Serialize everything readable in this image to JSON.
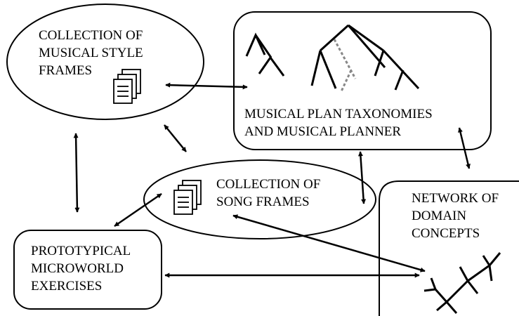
{
  "nodes": {
    "style_frames": {
      "lines": [
        "COLLECTION OF",
        "MUSICAL STYLE",
        "FRAMES"
      ],
      "icon": "document-stack-icon"
    },
    "plan_taxonomies": {
      "lines": [
        "MUSICAL PLAN TAXONOMIES",
        "AND MUSICAL PLANNER"
      ],
      "icon": "tree-hierarchy-icon"
    },
    "song_frames": {
      "lines": [
        "COLLECTION OF",
        "SONG FRAMES"
      ],
      "icon": "document-stack-icon"
    },
    "domain_concepts": {
      "lines": [
        "NETWORK OF",
        "DOMAIN",
        "CONCEPTS"
      ],
      "icon": "concept-network-icon"
    },
    "exercises": {
      "lines": [
        "PROTOTYPICAL",
        "MICROWORLD",
        "EXERCISES"
      ]
    }
  },
  "connections": [
    [
      "style_frames",
      "plan_taxonomies"
    ],
    [
      "style_frames",
      "song_frames"
    ],
    [
      "style_frames",
      "exercises"
    ],
    [
      "plan_taxonomies",
      "song_frames"
    ],
    [
      "plan_taxonomies",
      "domain_concepts"
    ],
    [
      "song_frames",
      "exercises"
    ],
    [
      "song_frames",
      "domain_concepts"
    ],
    [
      "exercises",
      "domain_concepts"
    ]
  ],
  "colors": {
    "stroke": "#000000",
    "background": "#ffffff",
    "dotted_branch": "#888888"
  }
}
